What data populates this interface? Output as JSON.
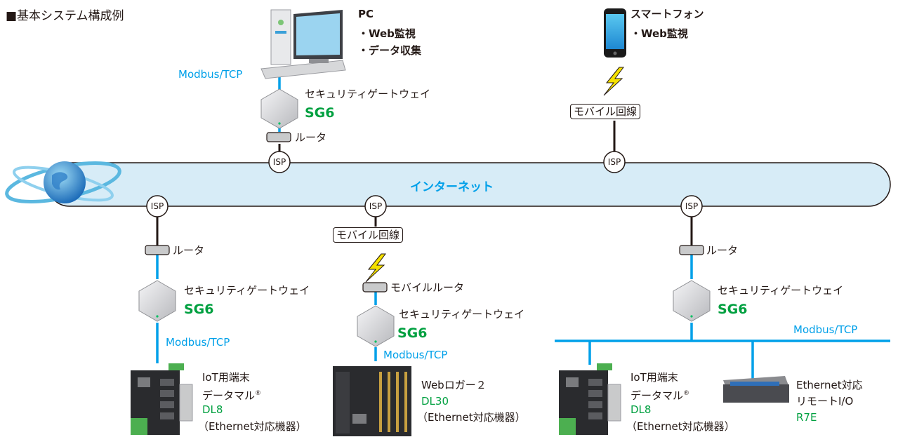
{
  "title": "■基本システム構成例",
  "pc": {
    "name": "PC",
    "features": [
      "・Web監視",
      "・データ収集"
    ]
  },
  "phone": {
    "name": "スマートフォン",
    "features": [
      "・Web監視"
    ]
  },
  "protocol": "Modbus/TCP",
  "gateway": {
    "name": "セキュリティゲートウェイ",
    "model": "SG6"
  },
  "router": "ルータ",
  "mobile_router": "モバイルルータ",
  "mobile_line": "モバイル回線",
  "isp": "ISP",
  "internet": "インターネット",
  "devices": {
    "dl8": {
      "line1": "IoT用端末",
      "line2": "データマル",
      "reg": "®",
      "model": "DL8",
      "note": "（Ethernet対応機器）"
    },
    "dl30": {
      "line1": "Webロガー２",
      "model": "DL30",
      "note": "（Ethernet対応機器）"
    },
    "r7e": {
      "line1": "Ethernet対応",
      "line2": "リモートI/O",
      "model": "R7E"
    }
  },
  "colors": {
    "cable": "#00a0e9",
    "line": "#231815",
    "accent": "#00a040",
    "internet_fill": "#d7ecf7"
  }
}
